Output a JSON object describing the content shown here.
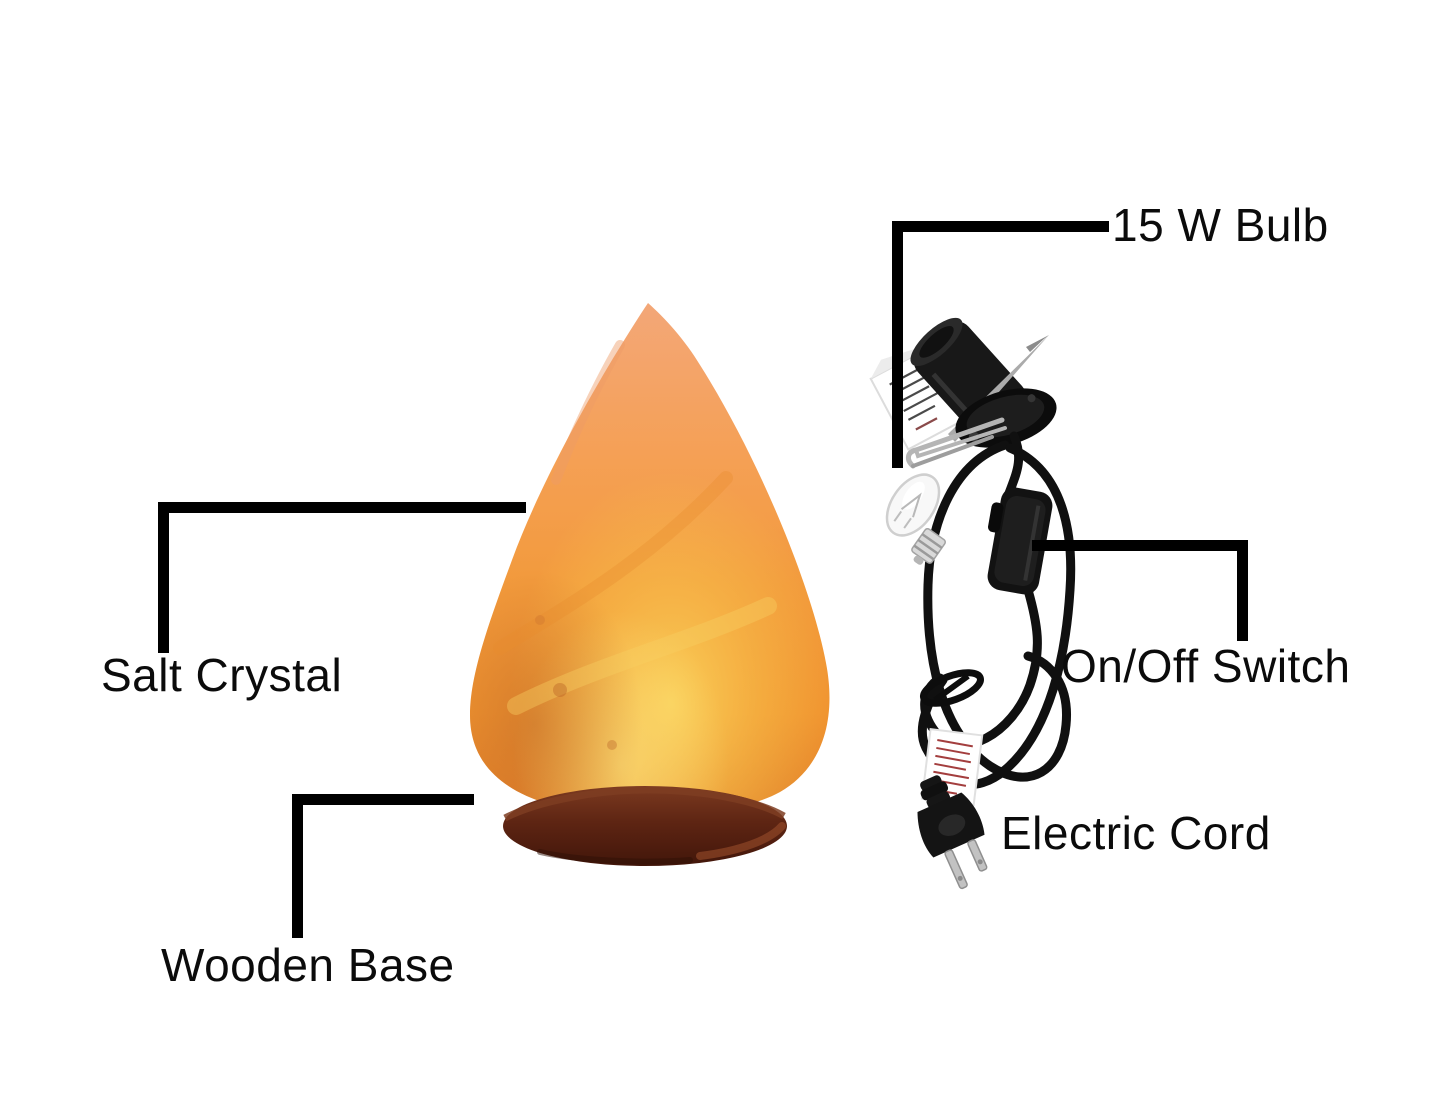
{
  "diagram": {
    "labels": {
      "bulb": "15 W Bulb",
      "salt_crystal": "Salt Crystal",
      "on_off_switch": "On/Off Switch",
      "electric_cord": "Electric Cord",
      "wooden_base": "Wooden Base"
    },
    "colors": {
      "background": "#ffffff",
      "callout_line": "#000000",
      "label_text": "#0b0b0b",
      "crystal_orange": "#f29a3c",
      "crystal_glow": "#f9c84f",
      "crystal_peach": "#f3a778",
      "wood_brown": "#5e2513",
      "hardware_black": "#151515",
      "metal_silver": "#b5b5b5"
    }
  }
}
